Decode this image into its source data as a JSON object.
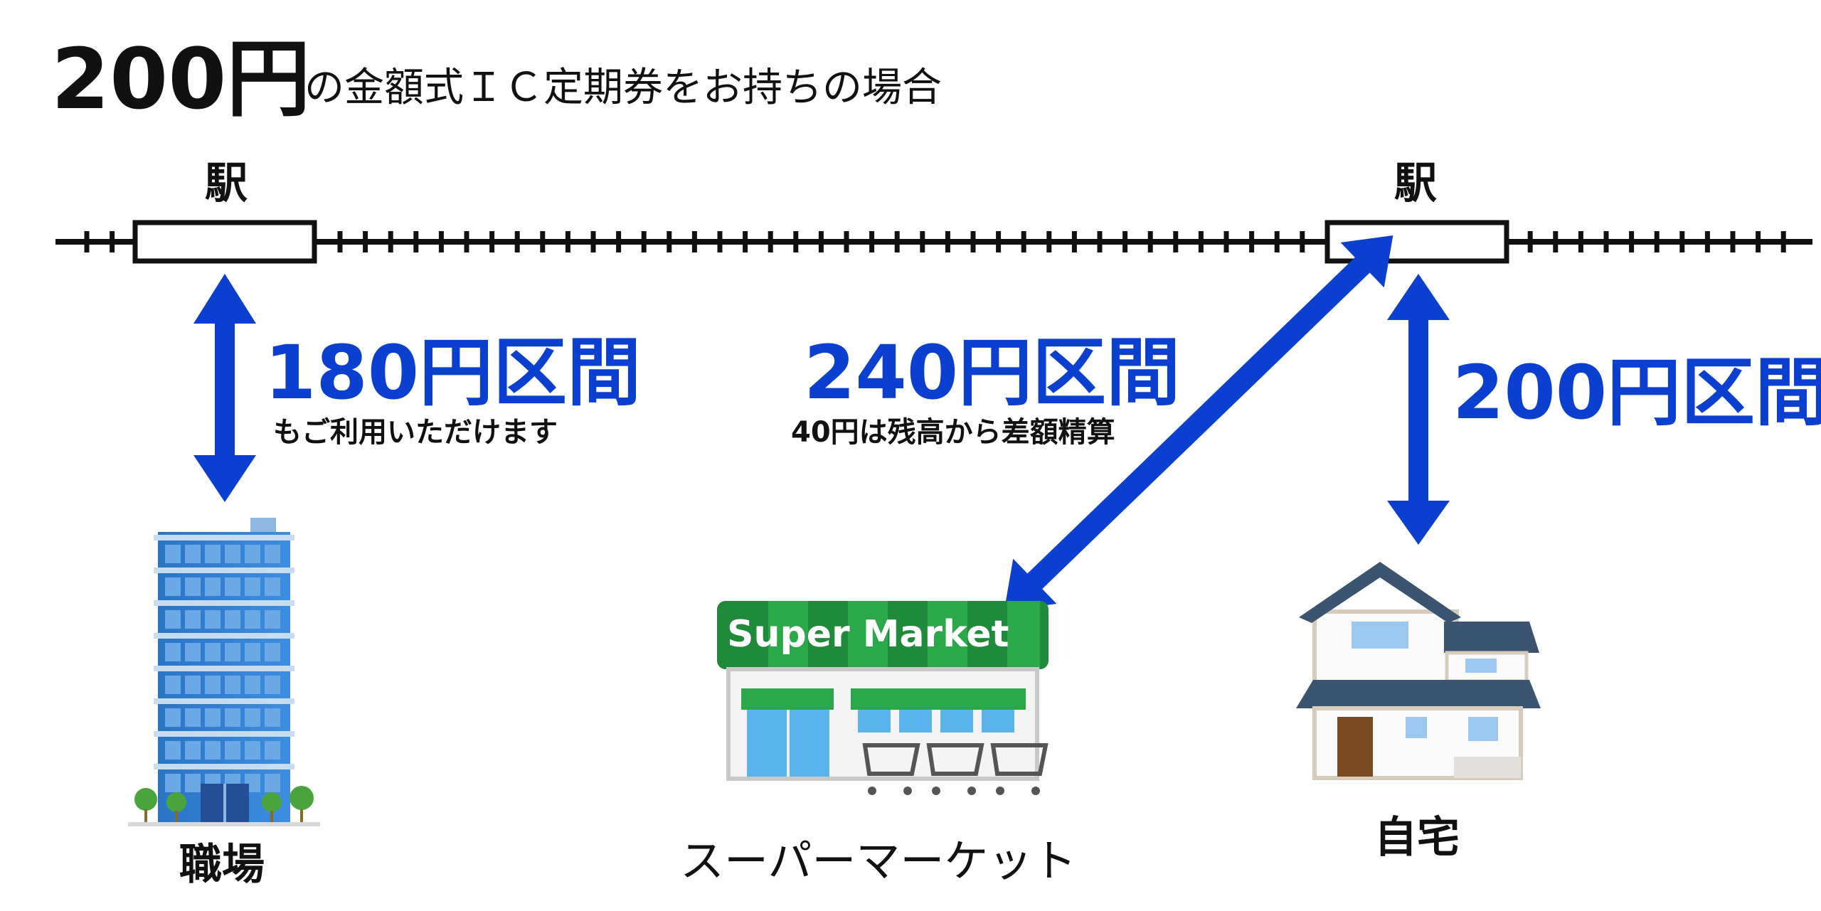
{
  "title": {
    "amount": "200円",
    "subtitle": "の金額式ＩＣ定期券をお持ちの場合"
  },
  "stations": {
    "left_label": "駅",
    "right_label": "駅"
  },
  "segments": {
    "work": {
      "fare": "180円区間",
      "note": "もご利用いただけます"
    },
    "supermarket": {
      "fare": "240円区間",
      "note": "40円は残高から差額精算"
    },
    "home": {
      "fare": "200円区間"
    }
  },
  "places": {
    "work": "職場",
    "supermarket": "スーパーマーケット",
    "home": "自宅"
  },
  "store_sign": "Super Market",
  "colors": {
    "accent_blue": "#0a3fd0",
    "rail": "#111111",
    "store_green": "#1e8a3a",
    "building_blue": "#2f7fd0",
    "roof_slate": "#3b5470"
  },
  "icons": [
    "office-building-icon",
    "supermarket-icon",
    "house-icon"
  ]
}
